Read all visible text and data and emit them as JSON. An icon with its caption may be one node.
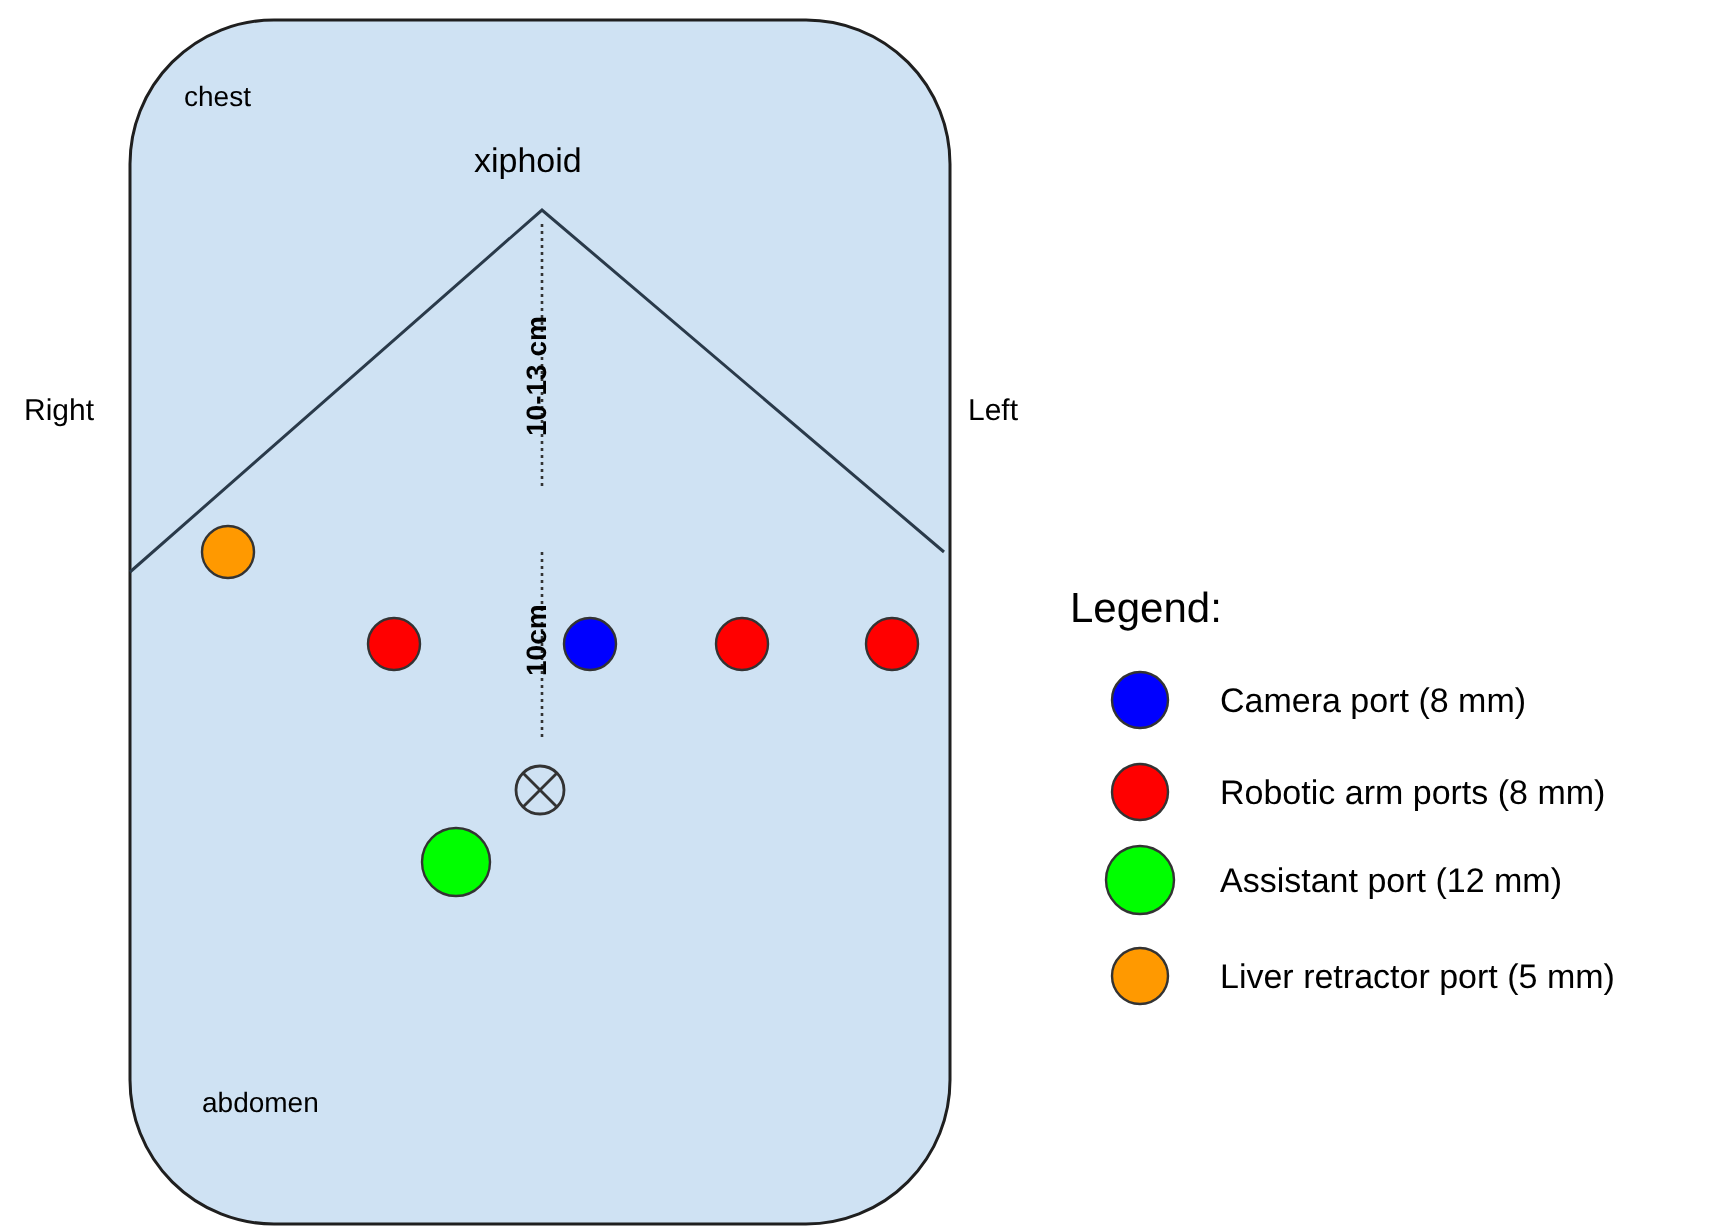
{
  "diagram": {
    "labels": [
      "chest",
      "xiphoid",
      "Right",
      "Left",
      "10-13 cm",
      "10cm",
      "abdomen",
      "Legend:"
    ],
    "legend": [
      {
        "text": "Camera port (8 mm)",
        "color": "#0000ff"
      },
      {
        "text": "Robotic arm ports (8 mm)",
        "color": "#ff0000"
      },
      {
        "text": "Assistant port (12 mm)",
        "color": "#00ff00"
      },
      {
        "text": "Liver retractor port (5 mm)",
        "color": "#ff9900"
      }
    ]
  }
}
